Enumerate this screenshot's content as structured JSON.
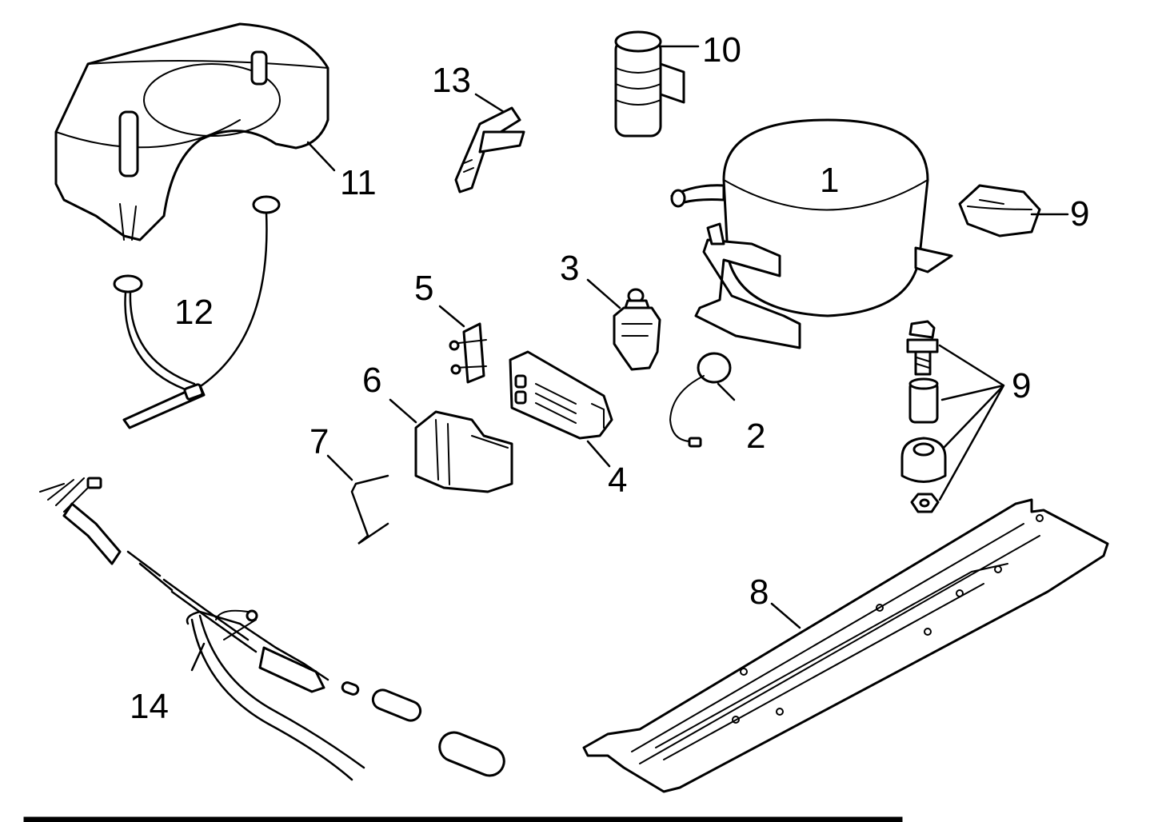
{
  "diagram": {
    "labels": {
      "p1": "1",
      "p2": "2",
      "p3": "3",
      "p4": "4",
      "p5": "5",
      "p6": "6",
      "p7": "7",
      "p8": "8",
      "p9a": "9",
      "p9b": "9",
      "p10": "10",
      "p11": "11",
      "p12": "12",
      "p13": "13",
      "p14": "14"
    }
  }
}
